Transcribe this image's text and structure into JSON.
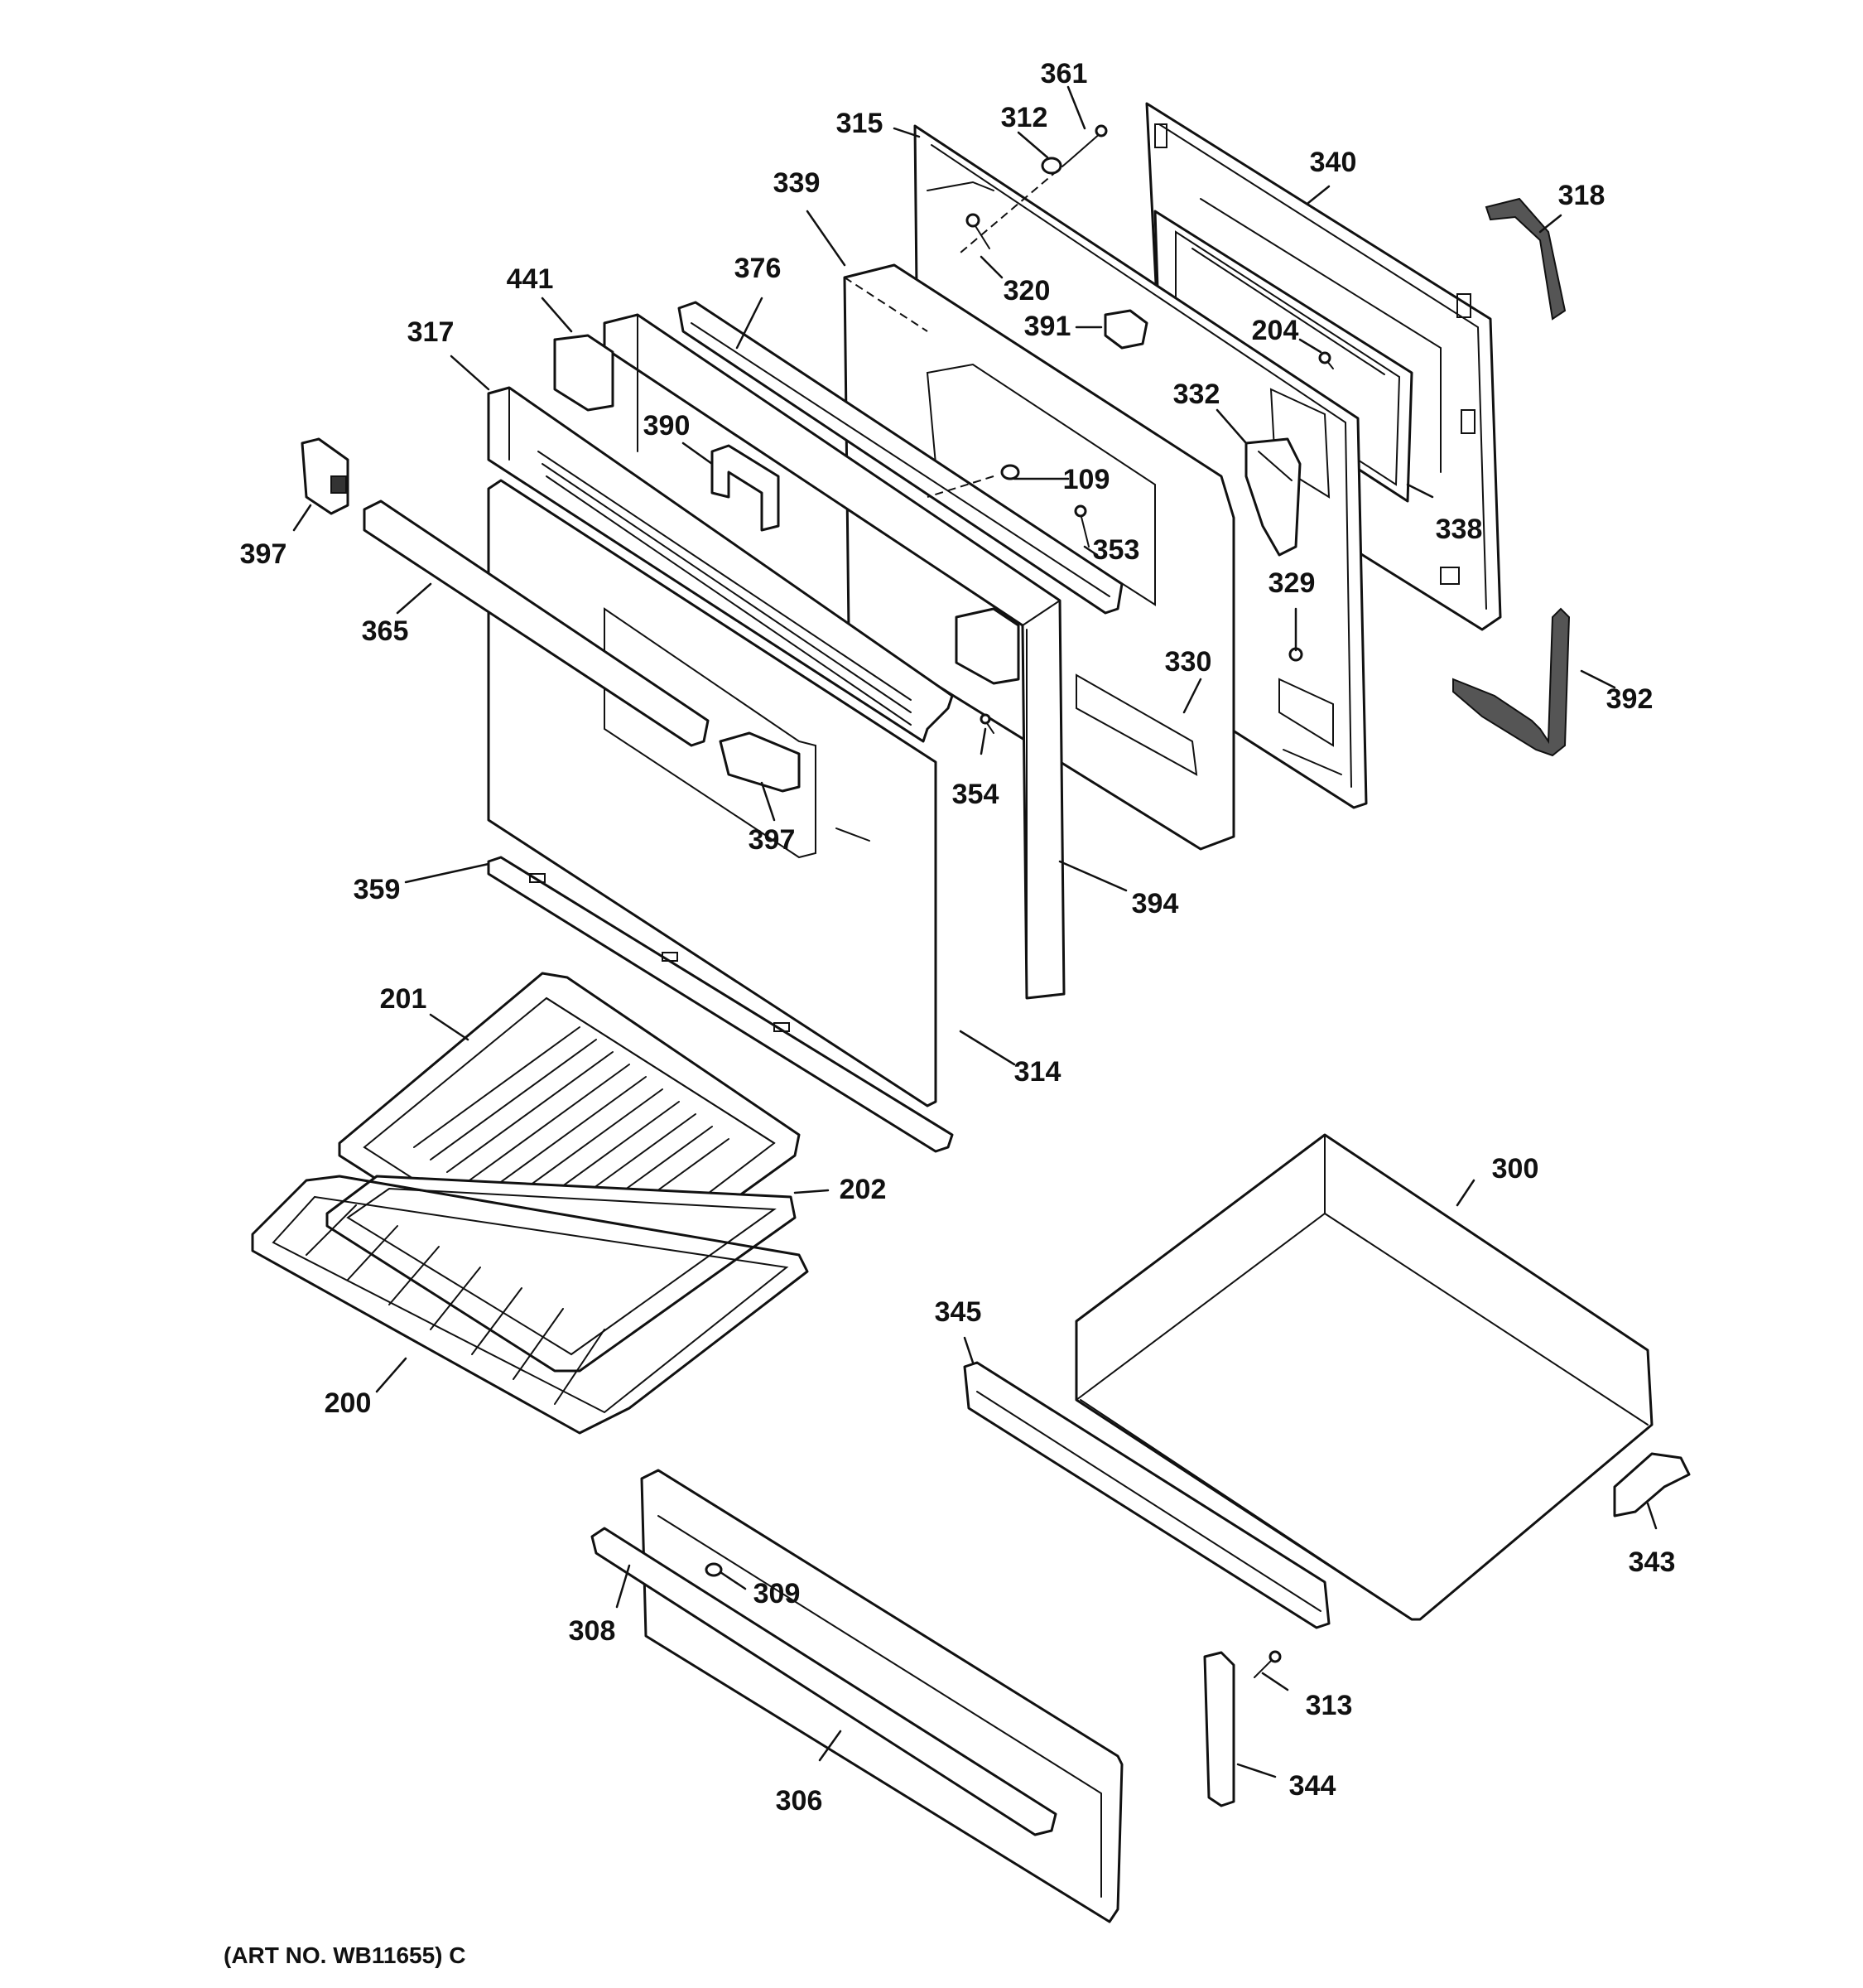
{
  "diagram": {
    "caption": "(ART NO. WB11655) C",
    "labels": {
      "l361": "361",
      "l312": "312",
      "l315": "315",
      "l340": "340",
      "l339": "339",
      "l318": "318",
      "l376": "376",
      "l320": "320",
      "l441": "441",
      "l391": "391",
      "l204": "204",
      "l317": "317",
      "l332": "332",
      "l390": "390",
      "l109": "109",
      "l338": "338",
      "l397a": "397",
      "l353": "353",
      "l329": "329",
      "l365": "365",
      "l330": "330",
      "l392": "392",
      "l354": "354",
      "l397b": "397",
      "l359": "359",
      "l394": "394",
      "l201": "201",
      "l314": "314",
      "l300": "300",
      "l202": "202",
      "l345": "345",
      "l200": "200",
      "l343": "343",
      "l309": "309",
      "l308": "308",
      "l313": "313",
      "l344": "344",
      "l306": "306"
    }
  }
}
